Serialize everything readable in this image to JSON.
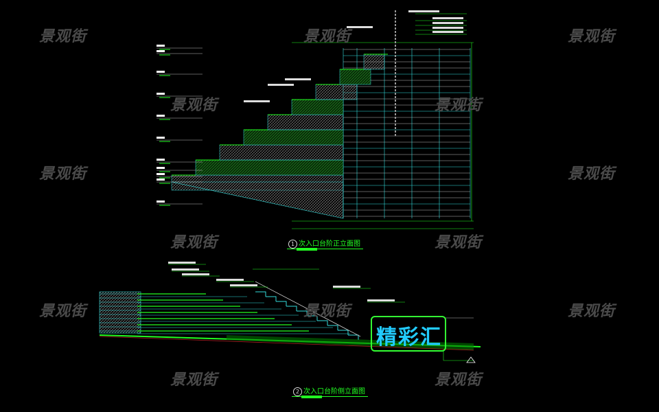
{
  "watermark": "景观街",
  "drawing1": {
    "number": "1",
    "title": "次入口台阶正立面图"
  },
  "drawing2": {
    "number": "2",
    "title": "次入口台阶侧立面图"
  },
  "sign_text": "精彩汇",
  "colors": {
    "background": "#000000",
    "green": "#22ff22",
    "cyan": "#33dddd",
    "gray": "#bbbbbb",
    "watermark": "#4a4a4a"
  }
}
